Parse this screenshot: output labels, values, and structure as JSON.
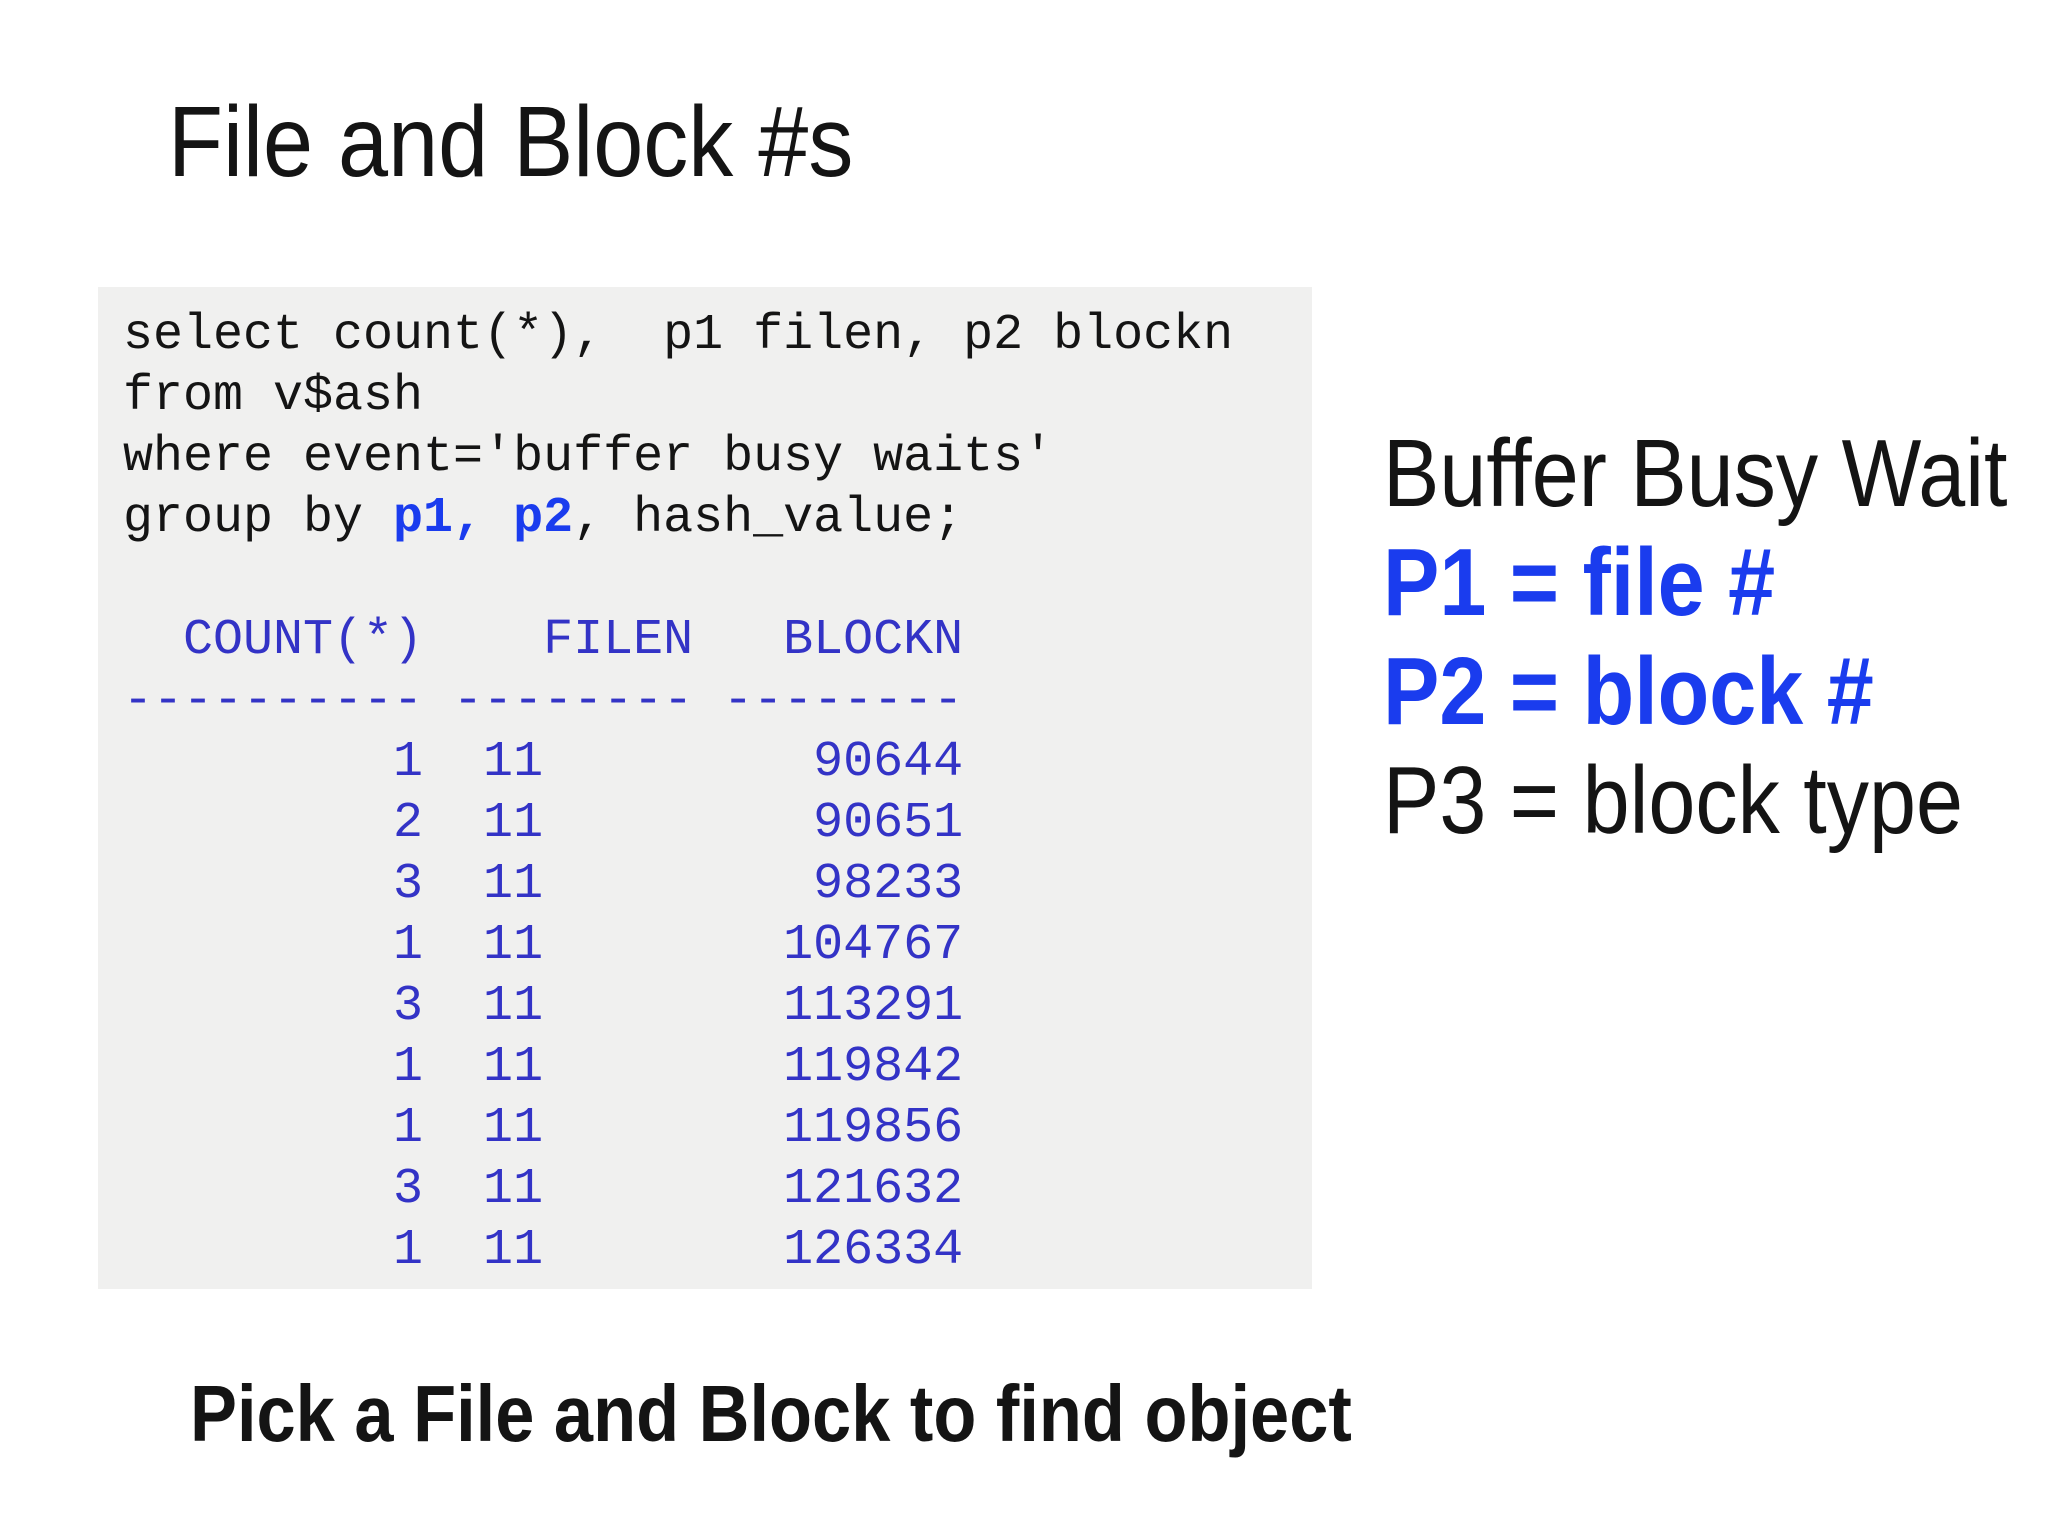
{
  "slide": {
    "title": "File and Block #s",
    "caption": "Pick a File and Block to find object"
  },
  "sql": {
    "line1": "select count(*),  p1 filen, p2 blockn",
    "line2": "from v$ash",
    "line3": "where event='buffer busy waits'",
    "line4_prefix": "group by ",
    "line4_highlight": "p1, p2",
    "line4_suffix": ", hash_value;"
  },
  "results": {
    "header_row": "  COUNT(*)    FILEN   BLOCKN",
    "divider_row": "---------- -------- --------",
    "columns": [
      "COUNT(*)",
      "FILEN",
      "BLOCKN"
    ],
    "rows": [
      {
        "count": "1",
        "filen": "11",
        "blockn": "90644"
      },
      {
        "count": "2",
        "filen": "11",
        "blockn": "90651"
      },
      {
        "count": "3",
        "filen": "11",
        "blockn": "98233"
      },
      {
        "count": "1",
        "filen": "11",
        "blockn": "104767"
      },
      {
        "count": "3",
        "filen": "11",
        "blockn": "113291"
      },
      {
        "count": "1",
        "filen": "11",
        "blockn": "119842"
      },
      {
        "count": "1",
        "filen": "11",
        "blockn": "119856"
      },
      {
        "count": "3",
        "filen": "11",
        "blockn": "121632"
      },
      {
        "count": "1",
        "filen": "11",
        "blockn": "126334"
      }
    ]
  },
  "side_panel": {
    "heading": "Buffer Busy Wait",
    "p1": "P1 = file #",
    "p2": "P2 = block #",
    "p3": "P3 = block type"
  },
  "colors": {
    "highlight_blue": "#1a3cee",
    "result_blue": "#3333c6",
    "text_black": "#141414",
    "codebox_gray": "#f0f0ef",
    "background": "#ffffff"
  }
}
